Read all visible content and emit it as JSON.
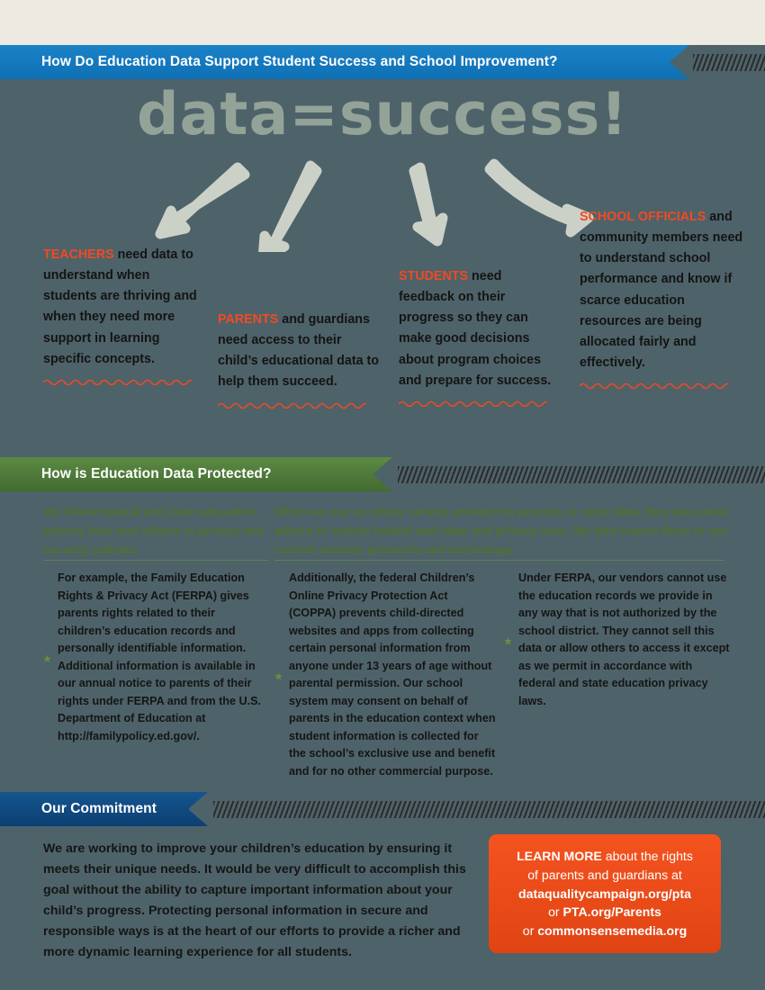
{
  "colors": {
    "background": "#4e6269",
    "top_strip": "#eceae1",
    "header_blue": "#1277bc",
    "green": "#4f7d39",
    "commit_blue": "#11548f",
    "accent_orange": "#f04a23",
    "learn_box_orange": "#ee4a17",
    "hero_text": "#93a398",
    "arrow_gray": "#ccd1c8",
    "intro_green_text": "#4d7230"
  },
  "header": {
    "title": "How Do Education Data Support Student Success and School Improvement?"
  },
  "hero": {
    "title": "data=success!",
    "arrow_count": 4
  },
  "audiences": [
    {
      "tag": "TEACHERS",
      "text": " need data to understand when students are thriving and when they need more support in learning specific concepts."
    },
    {
      "tag": "PARENTS",
      "text": " and guardians need access to their child’s educational data to help them succeed."
    },
    {
      "tag": "STUDENTS",
      "text": " need feedback on their progress so they can make good decisions about program choices and prepare for success."
    },
    {
      "tag": "SCHOOL OFFICIALS",
      "text": " and community members need to understand school performance and know if scarce education resources are being allocated fairly and effectively."
    }
  ],
  "protection": {
    "banner_title": "How is Education Data Protected?",
    "banner_icon": "lock-icon",
    "intro": [
      "We follow federal and state education privacy laws and adhere to privacy and security policies.",
      "When we use an online service provider to process or store data, they also must adhere to certain federal and state and privacy laws. We also expect them to use current security protocols and technology."
    ],
    "bullets": [
      "For example, the Family Education Rights & Privacy Act (FERPA) gives parents rights related to their children’s education records and personally identifiable information. Additional information is available in our annual notice to parents of their rights under FERPA and from the U.S. Department of Education at http://familypolicy.ed.gov/.",
      "Additionally, the federal Children’s Online Privacy Protection Act (COPPA) prevents child-directed websites and apps from collecting certain personal information from anyone under 13 years of age without parental permission. Our school system may consent on behalf of parents in the education context when student information is collected for the school’s exclusive use and benefit and for no other commercial purpose.",
      "Under FERPA, our vendors cannot use the education records we provide in any way that is not authorized by the school district. They cannot sell this data or allow others to access it except as we permit in accordance with federal and state education privacy laws."
    ]
  },
  "commitment": {
    "banner_title": "Our Commitment",
    "body": "We are working to improve your children’s education by ensuring it meets their unique needs. It would be very difficult to accomplish this goal without the ability to capture important information about your child’s progress. Protecting personal information in secure and responsible ways is at the heart of our efforts to provide a richer and more dynamic learning experience for all students."
  },
  "learn_more": {
    "lead": "LEARN MORE",
    "line1": " about the rights",
    "line2": "of parents and guardians at",
    "url1": "dataqualitycampaign.org/pta",
    "or1": "or ",
    "url2": "PTA.org/Parents",
    "or2": "or ",
    "url3": "commonsensemedia.org"
  }
}
